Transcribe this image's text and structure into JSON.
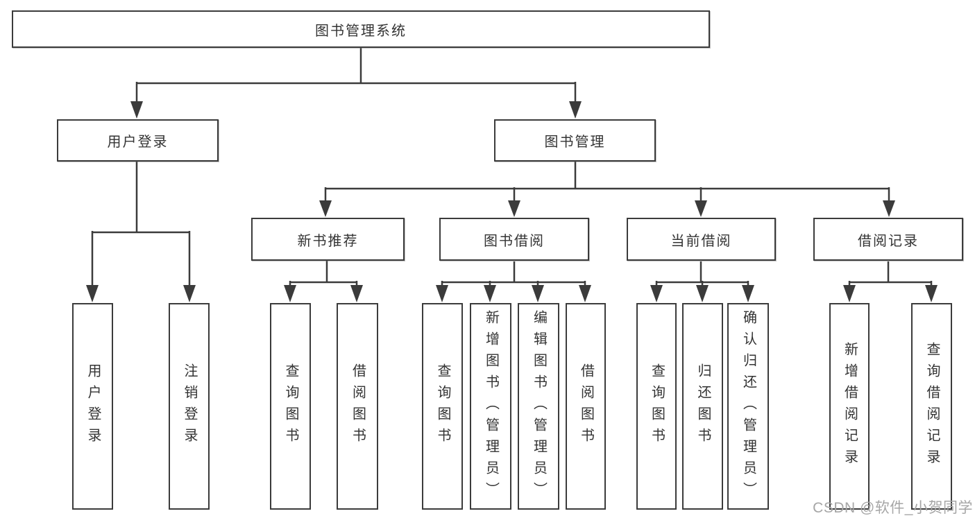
{
  "diagram": {
    "title": "图书管理系统",
    "level2": {
      "user_login": "用户登录",
      "book_mgmt": "图书管理"
    },
    "level3": {
      "new_book_rec": "新书推荐",
      "book_borrow": "图书借阅",
      "current_borrow": "当前借阅",
      "borrow_records": "借阅记录"
    },
    "leaves": {
      "user_login": "用户登录",
      "logout": "注销登录",
      "query_book": "查询图书",
      "borrow_book": "借阅图书",
      "add_book_admin": "新增图书（管理员）",
      "edit_book_admin": "编辑图书（管理员）",
      "return_book": "归还图书",
      "confirm_return_admin": "确认归还（管理员）",
      "add_borrow_record": "新增借阅记录",
      "query_borrow_record": "查询借阅记录"
    },
    "hierarchy": {
      "图书管理系统": [
        "用户登录",
        "图书管理"
      ],
      "用户登录": [
        "用户登录",
        "注销登录"
      ],
      "图书管理": [
        "新书推荐",
        "图书借阅",
        "当前借阅",
        "借阅记录"
      ],
      "新书推荐": [
        "查询图书",
        "借阅图书"
      ],
      "图书借阅": [
        "查询图书",
        "新增图书（管理员）",
        "编辑图书（管理员）",
        "借阅图书"
      ],
      "当前借阅": [
        "查询图书",
        "归还图书",
        "确认归还（管理员）"
      ],
      "借阅记录": [
        "新增借阅记录",
        "查询借阅记录"
      ]
    }
  },
  "watermark": "CSDN @软件_小贺同学",
  "colors": {
    "line": "#3b3b3b",
    "text": "#333333",
    "background": "#ffffff",
    "box_bg": "#ffffff",
    "watermark": "#a6a6a6"
  }
}
